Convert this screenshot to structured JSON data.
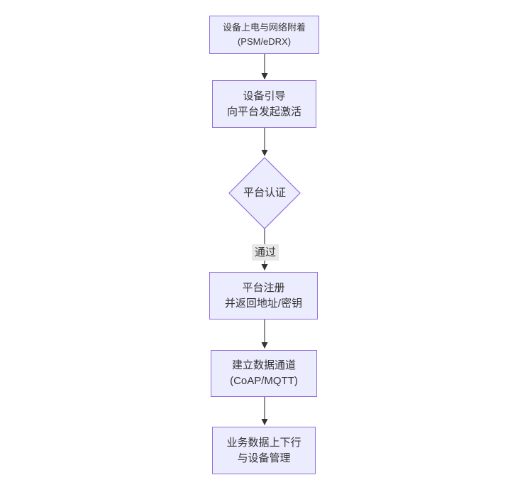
{
  "diagram": {
    "type": "flowchart",
    "direction": "top-to-bottom",
    "nodes": {
      "attach": {
        "line1": "设备上电与网络附着",
        "line2": "(PSM/eDRX)"
      },
      "bootstrap": {
        "line1": "设备引导",
        "line2": "向平台发起激活"
      },
      "auth": {
        "label": "平台认证"
      },
      "register": {
        "line1": "平台注册",
        "line2": "并返回地址/密钥"
      },
      "channel": {
        "line1": "建立数据通道",
        "line2": "(CoAP/MQTT)"
      },
      "service": {
        "line1": "业务数据上下行",
        "line2": "与设备管理"
      }
    },
    "edge_labels": {
      "auth_pass": "通过"
    },
    "edges": [
      {
        "from": "attach",
        "to": "bootstrap",
        "label": ""
      },
      {
        "from": "bootstrap",
        "to": "auth",
        "label": ""
      },
      {
        "from": "auth",
        "to": "register",
        "label": "通过"
      },
      {
        "from": "register",
        "to": "channel",
        "label": ""
      },
      {
        "from": "channel",
        "to": "service",
        "label": ""
      }
    ],
    "colors": {
      "background": "#ffffff",
      "node_fill": "#ECECFF",
      "node_border": "#9370DB",
      "node_text": "#333333",
      "edge_line": "#555555",
      "arrowhead": "#333333",
      "edge_label_bg": "#e8e8e8"
    }
  }
}
